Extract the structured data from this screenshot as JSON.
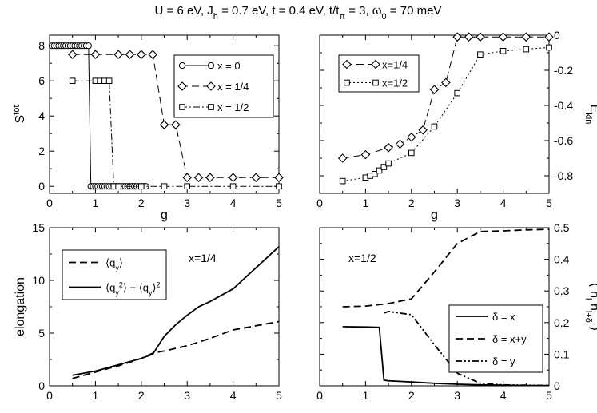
{
  "figure": {
    "title_parts": [
      {
        "t": "U = 6 eV, J"
      },
      {
        "t": "h",
        "sub": true
      },
      {
        "t": " = 0.7 eV, t = 0.4 eV, t/t"
      },
      {
        "t": "π",
        "sub": true
      },
      {
        "t": " = 3, ω"
      },
      {
        "t": "0",
        "sub": true
      },
      {
        "t": " = 70 meV"
      }
    ]
  },
  "chart_data": [
    {
      "id": "top-left",
      "type": "line",
      "xlabel": "g",
      "ylabel_parts": [
        {
          "t": "S"
        },
        {
          "t": "tot",
          "sup": true
        }
      ],
      "xlim": [
        0,
        5
      ],
      "ylim": [
        -0.4,
        8.6
      ],
      "xticks": [
        0,
        1,
        2,
        3,
        4,
        5
      ],
      "yticks": [
        0,
        2,
        4,
        6,
        8
      ],
      "ytick_labels": [
        "0",
        "2",
        "4",
        "6",
        "8"
      ],
      "y_axis_side": "left",
      "legend": {
        "placement": "top-right",
        "entries": [
          "x = 0",
          "x = 1/4",
          "x = 1/2"
        ]
      },
      "series": [
        {
          "name": "x = 0",
          "marker": "circle",
          "dash": "solid",
          "x": [
            0.05,
            0.1,
            0.15,
            0.2,
            0.25,
            0.3,
            0.35,
            0.4,
            0.45,
            0.5,
            0.55,
            0.6,
            0.65,
            0.7,
            0.75,
            0.8,
            0.85,
            0.9,
            0.95,
            1.0,
            1.05,
            1.1,
            1.15,
            1.2,
            1.25,
            1.3,
            1.35,
            1.4,
            1.45,
            1.5,
            1.55,
            1.6,
            1.65,
            1.7,
            1.75,
            1.8,
            1.85,
            1.9,
            1.95,
            2.0,
            2.05,
            2.1
          ],
          "y": [
            8,
            8,
            8,
            8,
            8,
            8,
            8,
            8,
            8,
            8,
            8,
            8,
            8,
            8,
            8,
            8,
            8,
            0,
            0,
            0,
            0,
            0,
            0,
            0,
            0,
            0,
            0,
            0,
            0,
            0,
            0,
            0,
            0,
            0,
            0,
            0,
            0,
            0,
            0,
            0,
            0,
            0
          ]
        },
        {
          "name": "x = 1/4",
          "marker": "diamond",
          "dash": "dashed",
          "x": [
            0.5,
            1.0,
            1.5,
            1.75,
            2.0,
            2.25,
            2.5,
            2.75,
            3.0,
            3.25,
            3.5,
            4.0,
            4.5,
            5.0
          ],
          "y": [
            7.5,
            7.5,
            7.5,
            7.5,
            7.5,
            7.5,
            3.5,
            3.5,
            0.5,
            0.5,
            0.5,
            0.5,
            0.5,
            0.5
          ]
        },
        {
          "name": "x = 1/2",
          "marker": "square",
          "dash": "dashdot",
          "x": [
            0.5,
            1.0,
            1.1,
            1.2,
            1.3,
            1.4,
            1.5,
            2.0,
            2.5,
            3.0,
            4.0,
            5.0
          ],
          "y": [
            6,
            6,
            6,
            6,
            6,
            0,
            0,
            0,
            0,
            0,
            0,
            0
          ]
        }
      ]
    },
    {
      "id": "top-right",
      "type": "line",
      "xlabel": "g",
      "ylabel_parts": [
        {
          "t": "E"
        },
        {
          "t": "kin",
          "sub": true
        }
      ],
      "xlim": [
        0,
        5
      ],
      "ylim": [
        -0.9,
        0.0
      ],
      "xticks": [
        0,
        1,
        2,
        3,
        4,
        5
      ],
      "yticks": [
        0,
        -0.2,
        -0.4,
        -0.6,
        -0.8
      ],
      "ytick_labels": [
        "0",
        "-0.2",
        "-0.4",
        "-0.6",
        "-0.8"
      ],
      "y_axis_side": "right",
      "legend": {
        "placement": "top-left",
        "entries": [
          "x=1/4",
          "x=1/2"
        ]
      },
      "series": [
        {
          "name": "x=1/4",
          "marker": "diamond",
          "dash": "dashed",
          "x": [
            0.5,
            1.0,
            1.5,
            1.75,
            2.0,
            2.25,
            2.5,
            2.75,
            3.0,
            3.25,
            3.5,
            4.0,
            4.5,
            5.0
          ],
          "y": [
            -0.7,
            -0.68,
            -0.64,
            -0.62,
            -0.58,
            -0.54,
            -0.31,
            -0.27,
            -0.01,
            -0.01,
            -0.01,
            -0.01,
            -0.01,
            -0.01
          ]
        },
        {
          "name": "x=1/2",
          "marker": "square",
          "dash": "dotted",
          "x": [
            0.5,
            1.0,
            1.1,
            1.2,
            1.3,
            1.4,
            1.5,
            2.0,
            2.5,
            3.0,
            3.5,
            4.0,
            4.5,
            5.0
          ],
          "y": [
            -0.83,
            -0.81,
            -0.8,
            -0.79,
            -0.77,
            -0.75,
            -0.73,
            -0.67,
            -0.52,
            -0.33,
            -0.11,
            -0.09,
            -0.08,
            -0.07
          ]
        }
      ]
    },
    {
      "id": "bottom-left",
      "type": "line",
      "xlabel": "",
      "ylabel_parts": [
        {
          "t": "elongation"
        }
      ],
      "xlim": [
        0,
        5
      ],
      "ylim": [
        0,
        15
      ],
      "xticks": [
        0,
        1,
        2,
        3,
        4,
        5
      ],
      "yticks": [
        0,
        5,
        10,
        15
      ],
      "ytick_labels": [
        "0",
        "5",
        "10",
        "15"
      ],
      "y_axis_side": "left",
      "annotation": "x=1/4",
      "legend": {
        "placement": "top-left",
        "entries": [
          "⟨q_y⟩",
          "⟨q_y^2⟩ − ⟨q_y⟩^2"
        ]
      },
      "series": [
        {
          "name": "⟨q_y⟩",
          "marker": "none",
          "dash": "dashed",
          "x": [
            0.5,
            1.0,
            1.5,
            2.0,
            2.25,
            2.5,
            3.0,
            3.5,
            4.0,
            4.5,
            5.0
          ],
          "y": [
            0.7,
            1.3,
            1.9,
            2.6,
            3.1,
            3.3,
            3.8,
            4.5,
            5.3,
            5.7,
            6.1
          ]
        },
        {
          "name": "⟨q_y^2⟩ − ⟨q_y⟩^2",
          "marker": "none",
          "dash": "solid",
          "x": [
            0.5,
            1.0,
            1.5,
            2.0,
            2.25,
            2.5,
            2.75,
            3.0,
            3.25,
            3.5,
            4.0,
            4.5,
            5.0
          ],
          "y": [
            1.0,
            1.4,
            2.0,
            2.6,
            3.0,
            4.7,
            5.8,
            6.7,
            7.5,
            8.0,
            9.2,
            11.2,
            13.2
          ]
        }
      ]
    },
    {
      "id": "bottom-right",
      "type": "line",
      "xlabel": "",
      "ylabel_parts": [
        {
          "t": "⟨ n"
        },
        {
          "t": "i",
          "sub": true
        },
        {
          "t": " n"
        },
        {
          "t": "i+δ",
          "sub": true
        },
        {
          "t": " ⟩"
        }
      ],
      "xlim": [
        0,
        5
      ],
      "ylim": [
        0,
        0.5
      ],
      "xticks": [
        0,
        1,
        2,
        3,
        4,
        5
      ],
      "yticks": [
        0,
        0.1,
        0.2,
        0.3,
        0.4,
        0.5
      ],
      "ytick_labels": [
        "0",
        "0.1",
        "0.2",
        "0.3",
        "0.4",
        "0.5"
      ],
      "y_axis_side": "right",
      "annotation": "x=1/2",
      "legend": {
        "placement": "bottom-right",
        "entries": [
          "δ = x",
          "δ = x+y",
          "δ = y"
        ]
      },
      "series": [
        {
          "name": "δ = x",
          "marker": "none",
          "dash": "solid",
          "x": [
            0.5,
            1.0,
            1.3,
            1.4,
            1.5,
            2.0,
            2.5,
            3.0,
            3.5,
            4.0,
            4.5,
            5.0
          ],
          "y": [
            0.187,
            0.186,
            0.185,
            0.018,
            0.016,
            0.012,
            0.008,
            0.005,
            0.003,
            0.002,
            0.001,
            0.001
          ]
        },
        {
          "name": "δ = x+y",
          "marker": "none",
          "dash": "dashed",
          "x": [
            0.5,
            1.0,
            1.5,
            2.0,
            2.5,
            3.0,
            3.5,
            4.0,
            4.5,
            5.0
          ],
          "y": [
            0.25,
            0.252,
            0.26,
            0.275,
            0.36,
            0.45,
            0.488,
            0.49,
            0.493,
            0.495
          ]
        },
        {
          "name": "δ = y",
          "marker": "none",
          "dash": "dashdotdot",
          "x": [
            1.4,
            1.5,
            2.0,
            2.5,
            3.0,
            3.5,
            4.0,
            4.5,
            5.0
          ],
          "y": [
            0.23,
            0.235,
            0.225,
            0.13,
            0.04,
            0.008,
            0.003,
            0.002,
            0.001
          ]
        }
      ]
    }
  ]
}
